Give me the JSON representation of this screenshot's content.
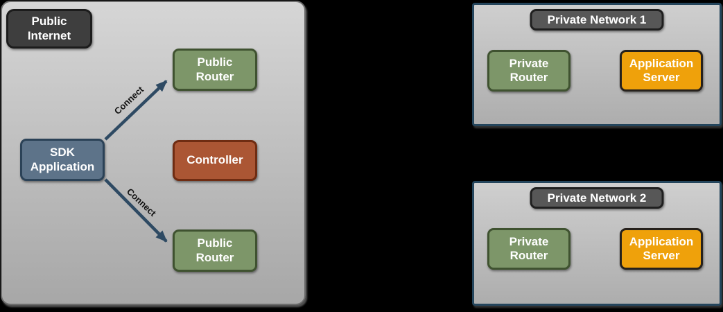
{
  "colors": {
    "canvas_bg": "#000000",
    "zone_fill_top": "#d6d6d6",
    "zone_fill_bottom": "#a7a7a7",
    "zone_border": "#6d6d6d",
    "network_fill_top": "#cfcfcf",
    "network_fill_bottom": "#adadad",
    "network_border": "#24455c",
    "dark_fill": "#3e3e3e",
    "dark_border": "#1c1c1c",
    "header_fill": "#575757",
    "header_border": "#1f1f1f",
    "green_fill": "#7d9669",
    "green_border": "#3f5230",
    "blue_fill": "#5d7389",
    "blue_border": "#2b4257",
    "red_fill": "#ab5634",
    "red_border": "#6f2c12",
    "orange_fill": "#efa10b",
    "orange_border": "#26211c",
    "arrow": "#2e4a63",
    "connect_text": "#111111",
    "node_text": "#ffffff"
  },
  "public_zone": {
    "nodes": {
      "public_internet": "Public\nInternet",
      "public_router_top": "Public\nRouter",
      "sdk_application": "SDK\nApplication",
      "controller": "Controller",
      "public_router_bottom": "Public\nRouter"
    },
    "arrows": {
      "to_top_router_label": "Connect",
      "to_bottom_router_label": "Connect"
    }
  },
  "private_networks": [
    {
      "title": "Private Network 1",
      "router": "Private\nRouter",
      "server": "Application\nServer"
    },
    {
      "title": "Private Network 2",
      "router": "Private\nRouter",
      "server": "Application\nServer"
    }
  ]
}
